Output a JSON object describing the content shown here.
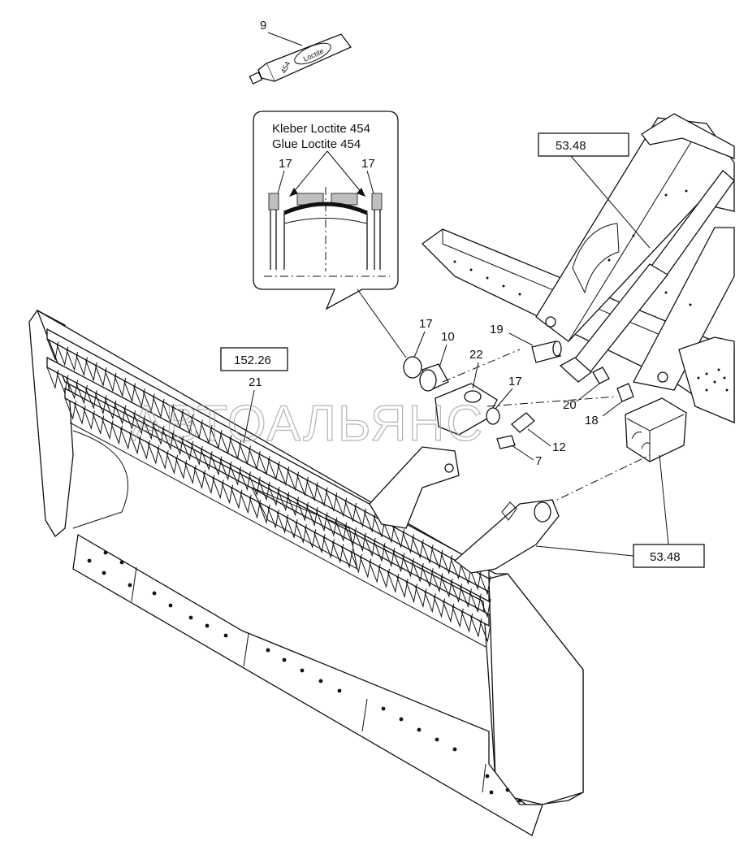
{
  "glue_tube": {
    "label": "Loctite",
    "number": "454"
  },
  "callout": {
    "line1": "Kleber Loctite 454",
    "line2": "Glue    Loctite 454",
    "left_ref": "17",
    "right_ref": "17"
  },
  "refs": {
    "p9": "9",
    "p17a": "17",
    "p10": "10",
    "p19": "19",
    "p22": "22",
    "p17b": "17",
    "p20": "20",
    "p18": "18",
    "p12": "12",
    "p7": "7",
    "p21": "21"
  },
  "boxes": {
    "frame_top": "53.48",
    "blade": "152.26",
    "frame_bottom": "53.48"
  },
  "watermark": "АВТОАЛЬЯНС"
}
